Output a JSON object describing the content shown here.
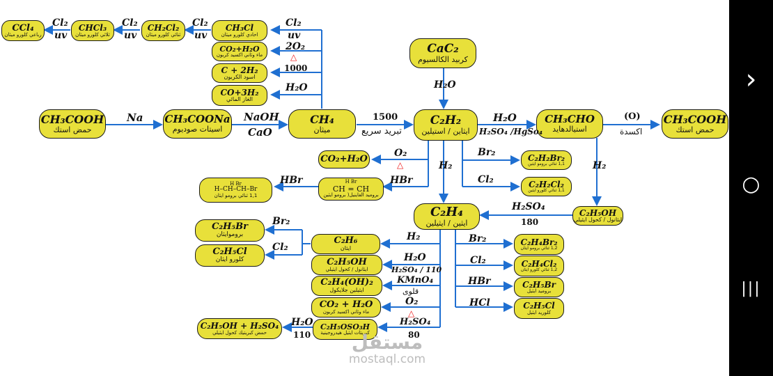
{
  "colors": {
    "node_fill": "#e8e03a",
    "node_border": "#1a1a1a",
    "arrow": "#1f6fd1",
    "heat": "#e11111"
  },
  "nodes": {
    "acetic_left": {
      "formula": "CH₃COOH",
      "name": "حمض استك"
    },
    "sodium_acetate": {
      "formula": "CH₃COONa",
      "name": "اسيتات صوديوم"
    },
    "methane": {
      "formula": "CH₄",
      "name": "ميثان"
    },
    "ethyne": {
      "formula": "C₂H₂",
      "name": "ايثاين / استيلين"
    },
    "acetaldehyde": {
      "formula": "CH₃CHO",
      "name": "استيالدهايد"
    },
    "acetic_right": {
      "formula": "CH₃COOH",
      "name": "حمض استك"
    },
    "calcium_carbide": {
      "formula": "CaC₂",
      "name": "كربيد الكالسيوم"
    },
    "ethene": {
      "formula": "C₂H₄",
      "name": "ايثين / ايثيلين"
    },
    "ethanol_right": {
      "formula": "C₂H₅OH",
      "name": "ايثانول / كحول ايثيلي"
    },
    "ccl4": {
      "formula": "CCl₄",
      "name": "رباعي كلورو ميثان"
    },
    "chcl3": {
      "formula": "CHCl₃",
      "name": "ثلاثي كلورو ميثان"
    },
    "ch2cl2": {
      "formula": "CH₂Cl₂",
      "name": "ثنائي كلورو ميثان"
    },
    "ch3cl": {
      "formula": "CH₃Cl",
      "name": "احادي كلورو ميثان"
    },
    "co2_h2o_a": {
      "formula": "CO₂+H₂O",
      "name": "ماء وثاني اكسيد كربون"
    },
    "carbon_black": {
      "formula": "C + 2H₂",
      "name": "اسود الكربون"
    },
    "water_gas": {
      "formula": "CO+3H₂",
      "name": "الغاز المائي"
    },
    "co2_h2o_b": {
      "formula": "CO₂+H₂O",
      "name": ""
    },
    "vinyl_bromide": {
      "formula": "CH = CH",
      "top": "H        Br",
      "name": "بروميد الفاينيل( برومو ايثين"
    },
    "dibromoethane_11": {
      "formula": "H–CH–CH–Br",
      "top": "H       Br",
      "name": "1,1 ثنائي برومو ايثان"
    },
    "c2h2br2": {
      "formula": "C₂H₂Br₂",
      "name": "1,1 ثنائي برومو ايثين"
    },
    "c2h2cl2": {
      "formula": "C₂H₂Cl₂",
      "name": "1,1 ثنائي كلورو ايثين"
    },
    "ethyl_bromide_l": {
      "formula": "C₂H₅Br",
      "name": "بروموايثان"
    },
    "ethyl_chloride_l": {
      "formula": "C₂H₅Cl",
      "name": "كلورو ايثان"
    },
    "ethane": {
      "formula": "C₂H₆",
      "name": "ايثان"
    },
    "ethanol_mid": {
      "formula": "C₂H₅OH",
      "name": "ايثانول / كحول ايثيلي"
    },
    "ethylene_glycol": {
      "formula": "C₂H₄(OH)₂",
      "name": "ايثيلين جلايكول"
    },
    "co2_h2o_c": {
      "formula": "CO₂ + H₂O",
      "name": "ماء وثاني اكسيد كربون"
    },
    "ethyl_hydrogen_sulfate": {
      "formula": "C₂H₅OSO₃H",
      "name": "كبريتات ايثيل هيدروجينية"
    },
    "ethanol_sulfuric": {
      "formula": "C₂H₅OH + H₂SO₄",
      "name": "حمض كبريتيك       كحول ايثيلي"
    },
    "c2h4br2": {
      "formula": "C₂H₄Br₂",
      "name": "1,2 ثنائي برومو ايثان"
    },
    "c2h4cl2": {
      "formula": "C₂H₄Cl₂",
      "name": "1,2 ثنائي كلورو ايثان"
    },
    "ethyl_bromide_r": {
      "formula": "C₂H₅Br",
      "name": "بروميد ايثيل"
    },
    "ethyl_chloride_r": {
      "formula": "C₂H₅Cl",
      "name": "كلوريد ايثيل"
    }
  },
  "labels": {
    "na": "Na",
    "naoh": "NaOH",
    "cao": "CaO",
    "t1500": "1500",
    "fast_cool": "تبريد سريع",
    "h2o_hydr": "H₂O",
    "h2so4_hgso4": "H₂SO₄ /HgSo₄",
    "ox": "(O)",
    "oxidation": "اكسدة",
    "cl2_a": "Cl₂",
    "uv_a": "uv",
    "cl2_b": "Cl₂",
    "uv_b": "uv",
    "cl2_c": "Cl₂",
    "uv_c": "uv",
    "cl2_d": "Cl₂",
    "uv_d": "uv",
    "o2x2": "2O₂",
    "t1000": "1000",
    "h2o_wg": "H₂O",
    "h2o_carbide": "H₂O",
    "o2_b": "O₂",
    "hbr_a": "HBr",
    "hbr_b": "HBr",
    "h2_b": "H₂",
    "br2_b": "Br₂",
    "cl2_e": "Cl₂",
    "h2_c": "H₂",
    "h2so4_c": "H₂SO₄",
    "t180": "180",
    "br2_l": "Br₂",
    "cl2_l": "Cl₂",
    "h2_d": "H₂",
    "h2o_d": "H₂O",
    "h2so4_110": "H₂SO₄ / 110",
    "kmno4": "KMnO₄",
    "alkaline": "قلوى",
    "o2_c": "O₂",
    "h2so4_e": "H₂SO₄",
    "t80": "80",
    "h2o_e": "H₂O",
    "t110": "110",
    "br2_r": "Br₂",
    "cl2_r": "Cl₂",
    "hbr_r": "HBr",
    "hcl_r": "HCl"
  },
  "heat_symbol": "△",
  "watermark": {
    "arabic": "مستقل",
    "site": "mostaql.com"
  },
  "nav": {
    "forward": "›",
    "home": "○",
    "recent": "|||"
  }
}
